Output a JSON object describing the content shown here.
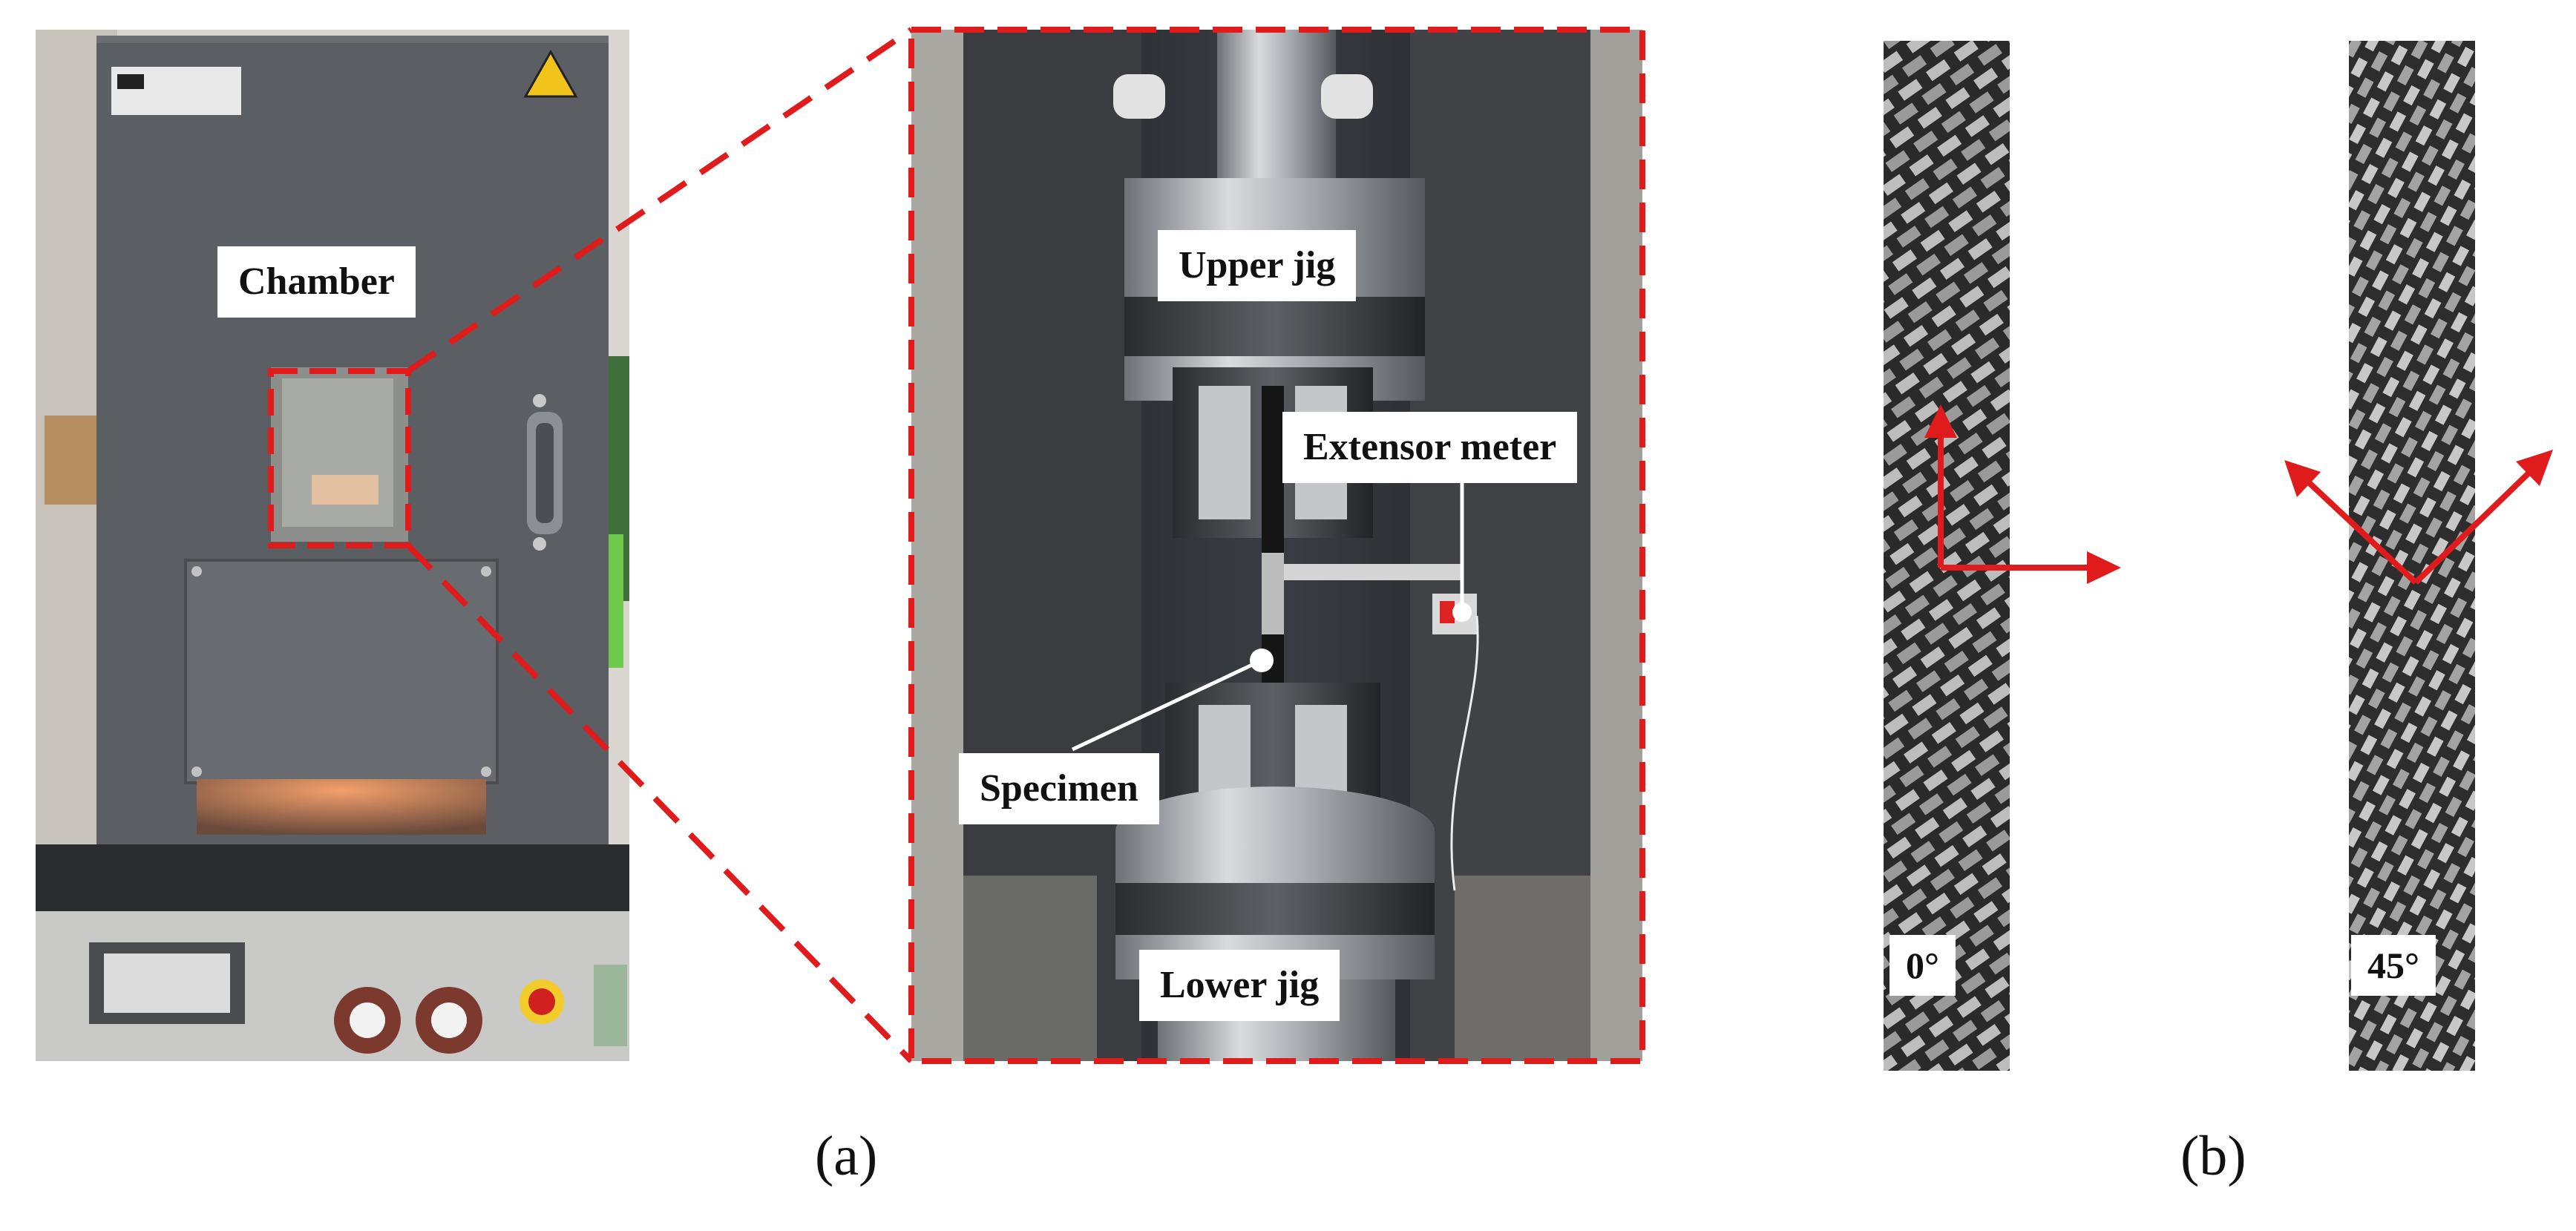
{
  "figure": {
    "panel_a": {
      "caption": "(a)",
      "machine_photo": {
        "chamber_label": "Chamber"
      },
      "zoom_photo": {
        "upper_jig_label": "Upper jig",
        "extensor_meter_label": "Extensor meter",
        "specimen_label": "Specimen",
        "lower_jig_label": "Lower jig"
      }
    },
    "panel_b": {
      "caption": "(b)",
      "specimens": [
        {
          "angle_label": "0°"
        },
        {
          "angle_label": "45°"
        }
      ]
    },
    "colors": {
      "highlight_red": "#e01b1b",
      "callout_white": "#ffffff",
      "cabinet_gray": "#5b5e63"
    }
  }
}
